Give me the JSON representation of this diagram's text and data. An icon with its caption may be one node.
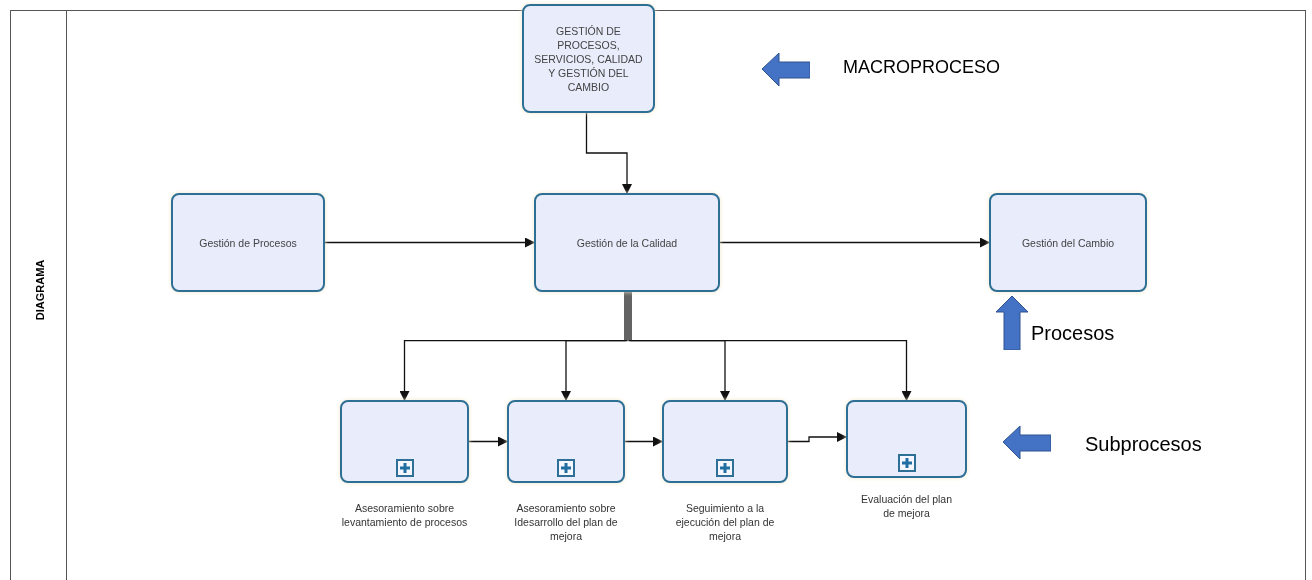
{
  "diagram": {
    "nodes": [
      {
        "text": [
          "GESTIÓN DE PROCESOS, SERVICIOS, CALIDAD Y GESTIÓN DEL CAMBIO"
        ]
      },
      {
        "text": [
          "Gestión de Procesos"
        ]
      },
      {
        "text": [
          "Gestión de la Calidad"
        ]
      },
      {
        "text": [
          "Gestión del Cambio"
        ]
      },
      {
        "text": [
          "Asesoramiento sobre levantamiento de procesos"
        ]
      },
      {
        "text": [
          "Asesoramiento sobre Idesarrollo del plan de mejora"
        ]
      },
      {
        "text": [
          "Seguimiento a la ejecución del plan de mejora"
        ]
      },
      {
        "text": [
          "Evaluación del plan de mejora"
        ]
      }
    ],
    "edges": [
      {
        "from": 0,
        "to": 2,
        "arrow": "to"
      },
      {
        "from": 1,
        "to": 2,
        "arrow": "to"
      },
      {
        "from": 2,
        "to": 3,
        "arrow": "to"
      },
      {
        "from": 2,
        "to": 4,
        "arrow": "to"
      },
      {
        "from": 2,
        "to": 5,
        "arrow": "to"
      },
      {
        "from": 2,
        "to": 6,
        "arrow": "to"
      },
      {
        "from": 2,
        "to": 7,
        "arrow": "to"
      },
      {
        "from": 4,
        "to": 5,
        "arrow": "to"
      },
      {
        "from": 5,
        "to": 6,
        "arrow": "to"
      },
      {
        "from": 6,
        "to": 7,
        "arrow": "to"
      }
    ],
    "labels": [
      "DIAGRAMA",
      "MACROPROCESO",
      "Procesos",
      "Subprocesos"
    ]
  }
}
